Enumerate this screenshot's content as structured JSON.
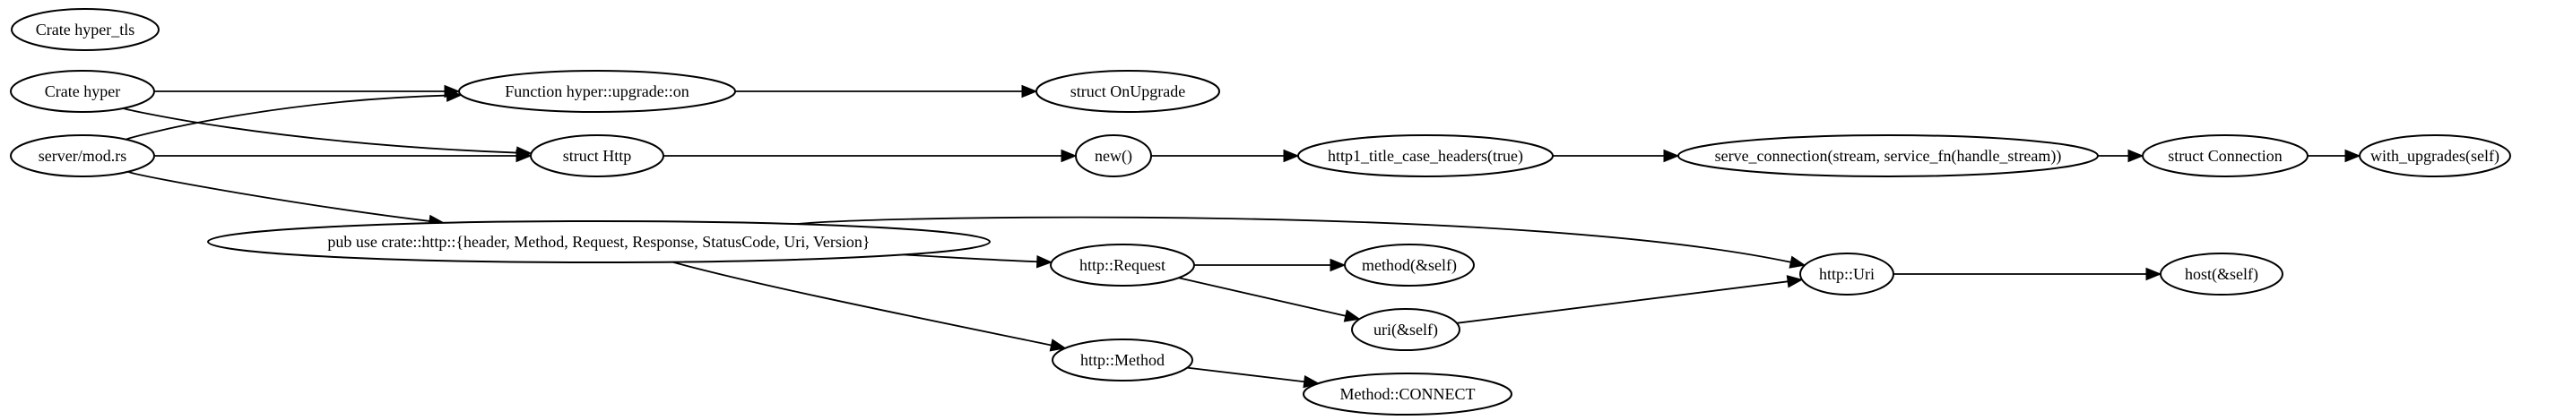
{
  "nodes": [
    {
      "id": "crate_hyper_tls",
      "label": "Crate hyper_tls"
    },
    {
      "id": "crate_hyper",
      "label": "Crate hyper"
    },
    {
      "id": "server_mod",
      "label": "server/mod.rs"
    },
    {
      "id": "pub_use",
      "label": "pub use crate::http::{header, Method, Request, Response, StatusCode, Uri, Version}"
    },
    {
      "id": "upgrade_on",
      "label": "Function hyper::upgrade::on"
    },
    {
      "id": "on_upgrade",
      "label": "struct OnUpgrade"
    },
    {
      "id": "struct_http",
      "label": "struct Http"
    },
    {
      "id": "new",
      "label": "new()"
    },
    {
      "id": "title_case",
      "label": "http1_title_case_headers(true)"
    },
    {
      "id": "serve_conn",
      "label": "serve_connection(stream, service_fn(handle_stream))"
    },
    {
      "id": "struct_conn",
      "label": "struct Connection"
    },
    {
      "id": "with_upgrades",
      "label": "with_upgrades(self)"
    },
    {
      "id": "http_request",
      "label": "http::Request"
    },
    {
      "id": "method_self",
      "label": "method(&self)"
    },
    {
      "id": "uri_self",
      "label": "uri(&self)"
    },
    {
      "id": "http_uri",
      "label": "http::Uri"
    },
    {
      "id": "host_self",
      "label": "host(&self)"
    },
    {
      "id": "http_method",
      "label": "http::Method"
    },
    {
      "id": "method_connect",
      "label": "Method::CONNECT"
    }
  ],
  "edges": [
    {
      "from": "crate_hyper",
      "to": "upgrade_on"
    },
    {
      "from": "crate_hyper",
      "to": "struct_http"
    },
    {
      "from": "server_mod",
      "to": "upgrade_on"
    },
    {
      "from": "server_mod",
      "to": "struct_http"
    },
    {
      "from": "server_mod",
      "to": "pub_use"
    },
    {
      "from": "upgrade_on",
      "to": "on_upgrade"
    },
    {
      "from": "struct_http",
      "to": "new"
    },
    {
      "from": "new",
      "to": "title_case"
    },
    {
      "from": "title_case",
      "to": "serve_conn"
    },
    {
      "from": "serve_conn",
      "to": "struct_conn"
    },
    {
      "from": "struct_conn",
      "to": "with_upgrades"
    },
    {
      "from": "pub_use",
      "to": "http_uri"
    },
    {
      "from": "pub_use",
      "to": "http_request"
    },
    {
      "from": "pub_use",
      "to": "http_method"
    },
    {
      "from": "http_request",
      "to": "method_self"
    },
    {
      "from": "http_request",
      "to": "uri_self"
    },
    {
      "from": "uri_self",
      "to": "http_uri"
    },
    {
      "from": "http_uri",
      "to": "host_self"
    },
    {
      "from": "http_method",
      "to": "method_connect"
    }
  ]
}
